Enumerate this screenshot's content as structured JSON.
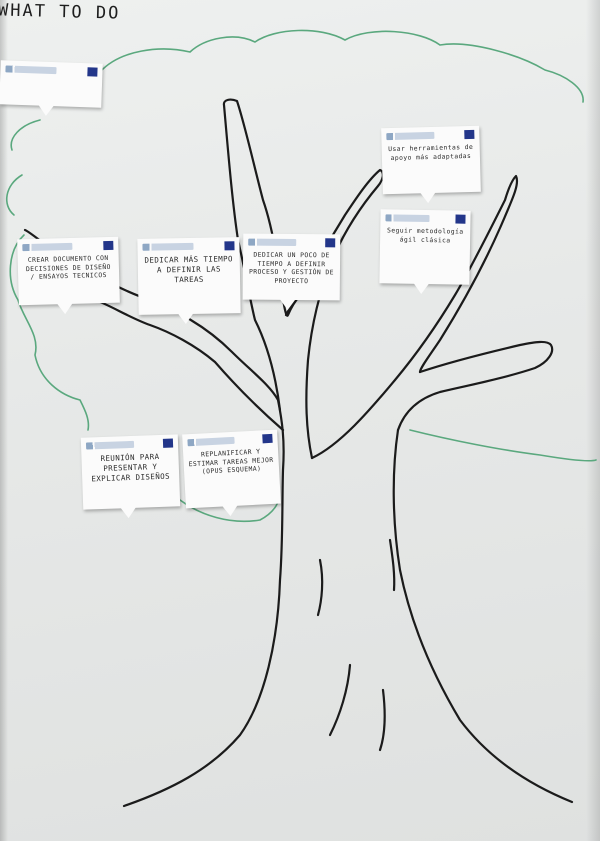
{
  "heading": "WHAT TO DO",
  "colors": {
    "sheet": "#e9ebea",
    "marker_black": "#1b1b1b",
    "marker_green": "#5aa87e",
    "note_paper": "#fbfbfb",
    "note_badge": "#23368a"
  },
  "notes": [
    {
      "id": "top-left",
      "text": ""
    },
    {
      "id": "crear",
      "text": "CREAR DOCUMENTO CON DECISIONES DE DISEÑO / ENSAYOS TECNICOS"
    },
    {
      "id": "dedicar-mas",
      "text": "DEDICAR MÁS TIEMPO A DEFINIR LAS TAREAS"
    },
    {
      "id": "dedicar-poco",
      "text": "DEDICAR UN POCO DE TIEMPO A DEFINIR PROCESO Y GESTIÓN DE PROYECTO"
    },
    {
      "id": "usar",
      "text": "Usar herramientas de apoyo más adaptadas"
    },
    {
      "id": "seguir",
      "text": "Seguir metodología ágil clásica"
    },
    {
      "id": "reunion",
      "text": "REUNIÓN PARA PRESENTAR Y EXPLICAR DISEÑOS"
    },
    {
      "id": "replanificar",
      "text": "REPLANIFICAR Y ESTIMAR TAREAS MEJOR (OPUS ESQUEMA)"
    }
  ]
}
